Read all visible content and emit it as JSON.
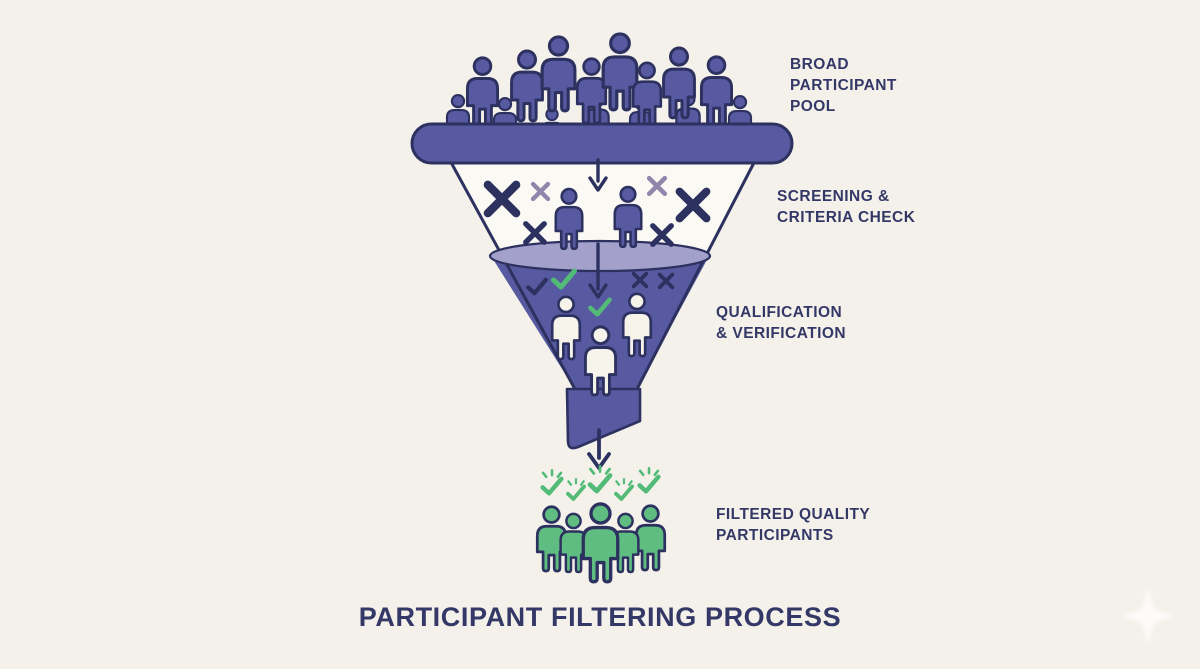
{
  "title": "PARTICIPANT FILTERING PROCESS",
  "stages": [
    {
      "id": "broad-pool",
      "label": "BROAD\nPARTICIPANT\nPOOL",
      "figure_count": 15,
      "figure_style": "purple"
    },
    {
      "id": "screening",
      "label": "SCREENING &\nCRITERIA CHECK",
      "figure_count": 2,
      "figure_style": "purple",
      "marks": [
        "x-large",
        "x-small",
        "x-medium"
      ]
    },
    {
      "id": "qualification",
      "label": "QUALIFICATION\n& VERIFICATION",
      "figure_count": 3,
      "figure_style": "white",
      "marks": [
        "check",
        "x-small"
      ]
    },
    {
      "id": "filtered",
      "label": "FILTERED QUALITY\nPARTICIPANTS",
      "figure_count": 5,
      "figure_style": "green",
      "marks": [
        "celebration-check"
      ]
    }
  ],
  "colors": {
    "bg": "#f4f1ea",
    "purple": "#575aa0",
    "purple-light": "#a3a1cb",
    "navy": "#2d3160",
    "text": "#343867",
    "xlight": "#8f87ab",
    "green": "#5fbd82",
    "green2": "#53bb78",
    "cream": "#f6f3ea",
    "cone": "#fbf9f3",
    "sparkle": "#ffffff"
  }
}
